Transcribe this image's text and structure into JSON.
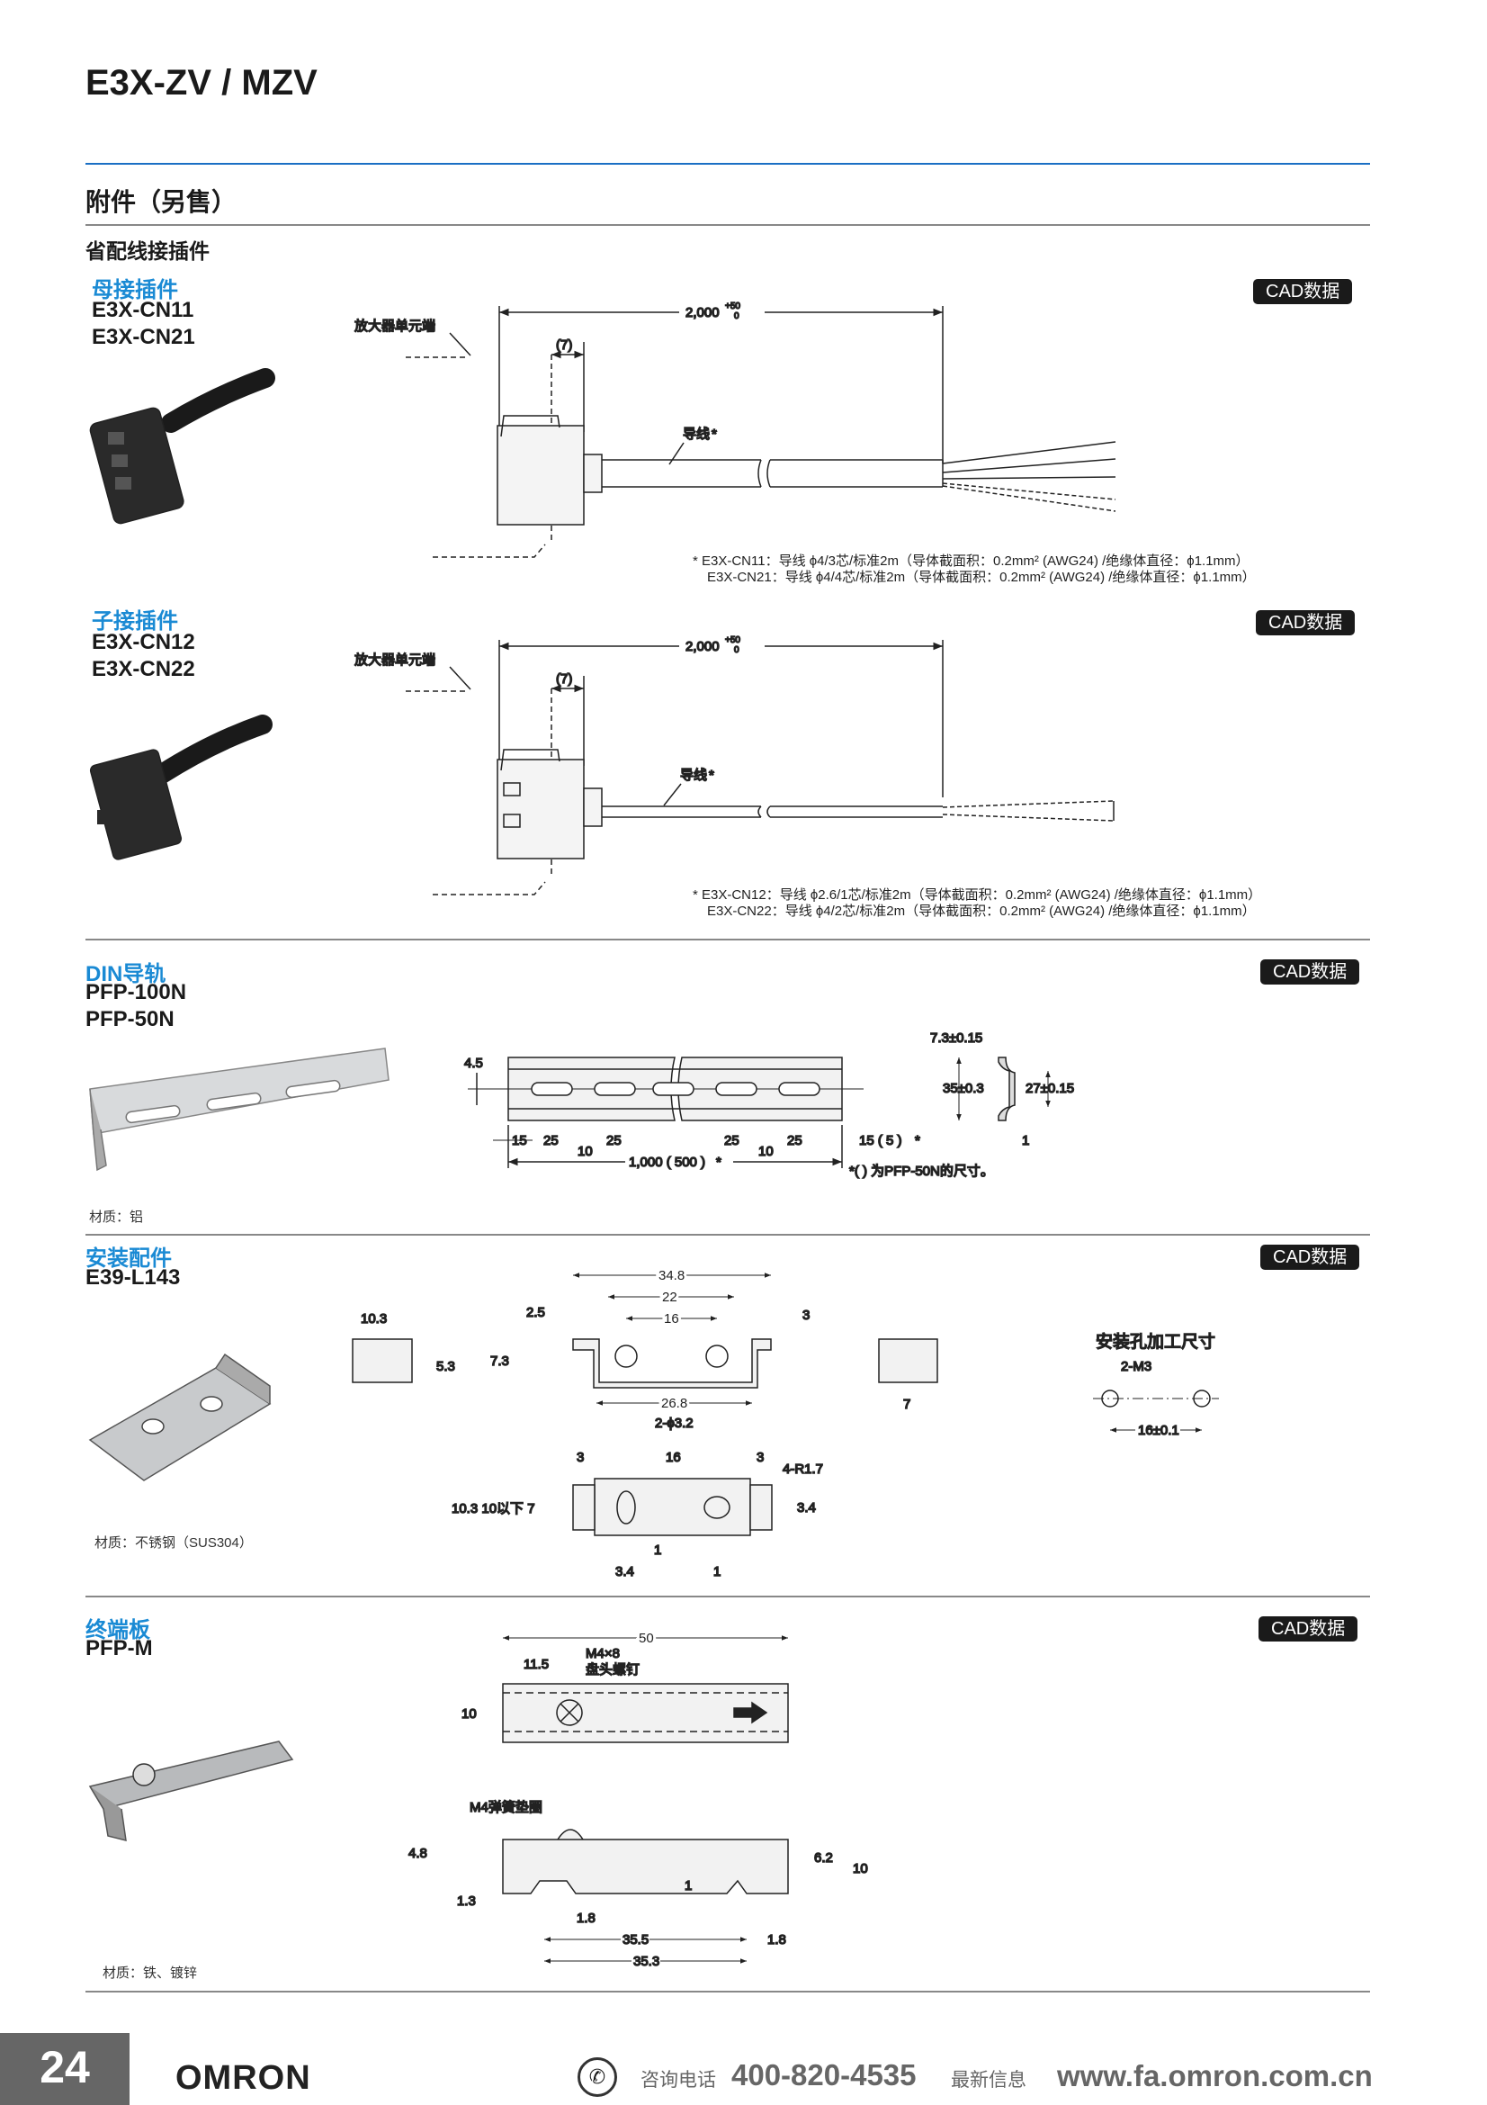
{
  "header": {
    "title": "E3X-ZV / MZV",
    "section": "附件（另售）",
    "subsection": "省配线接插件"
  },
  "cad_label": "CAD数据",
  "female": {
    "category": "母接插件",
    "models": [
      "E3X-CN11",
      "E3X-CN21"
    ],
    "labels": {
      "amp_end": "放大器单元端",
      "length": "2,000",
      "tol_upper": "+50",
      "tol_lower": "0",
      "seven": "(7)",
      "wire": "导线",
      "star": "*"
    },
    "notes": [
      "* E3X-CN11：导线 ϕ4/3芯/标准2m（导体截面积：0.2mm² (AWG24) /绝缘体直径：ϕ1.1mm）",
      "E3X-CN21：导线 ϕ4/4芯/标准2m（导体截面积：0.2mm² (AWG24) /绝缘体直径：ϕ1.1mm）"
    ]
  },
  "male": {
    "category": "子接插件",
    "models": [
      "E3X-CN12",
      "E3X-CN22"
    ],
    "labels": {
      "amp_end": "放大器单元端",
      "length": "2,000",
      "tol_upper": "+50",
      "tol_lower": "0",
      "seven": "(7)",
      "wire": "导线",
      "star": "*"
    },
    "notes": [
      "* E3X-CN12：导线 ϕ2.6/1芯/标准2m（导体截面积：0.2mm² (AWG24) /绝缘体直径：ϕ1.1mm）",
      "E3X-CN22：导线 ϕ4/2芯/标准2m（导体截面积：0.2mm² (AWG24) /绝缘体直径：ϕ1.1mm）"
    ]
  },
  "din": {
    "category": "DIN导轨",
    "models": [
      "PFP-100N",
      "PFP-50N"
    ],
    "material": "材质：铝",
    "dims": {
      "d45": "4.5",
      "d15": "15",
      "d25a": "25",
      "d10a": "10",
      "d25b": "25",
      "d25c": "25",
      "d10b": "10",
      "d25d": "25",
      "d15r": "15 ( 5 )",
      "total": "1,000 ( 500 )",
      "star": "*",
      "w73": "7.3±0.15",
      "h35": "35±0.3",
      "h27": "27±0.15",
      "t1": "1"
    },
    "note": "*(    ) 为PFP-50N的尺寸。"
  },
  "bracket": {
    "category": "安装配件",
    "models": [
      "E39-L143"
    ],
    "material": "材质：不锈钢（SUS304）",
    "dims": {
      "d103": "10.3",
      "d53": "5.3",
      "d348": "34.8",
      "d22": "22",
      "d16": "16",
      "d25": "2.5",
      "d73": "7.3",
      "d3": "3",
      "d268": "26.8",
      "holes": "2-ϕ3.2",
      "d7": "7",
      "t3a": "3",
      "t16": "16",
      "t3b": "3",
      "r17": "4-R1.7",
      "left_stack": "10.3 10以下 7",
      "d34r": "3.4",
      "d34b": "3.4",
      "d1a": "1",
      "d1b": "1"
    },
    "mount": {
      "title": "安装孔加工尺寸",
      "screw": "2-M3",
      "pitch": "16±0.1"
    }
  },
  "endplate": {
    "category": "终端板",
    "models": [
      "PFP-M"
    ],
    "material": "材质：铁、镀锌",
    "dims": {
      "d50": "50",
      "d115": "11.5",
      "screw": "M4×8",
      "screw_type": "盘头螺钉",
      "d10": "10",
      "washer": "M4弹簧垫圈",
      "d48": "4.8",
      "d13": "1.3",
      "d18a": "1.8",
      "d355": "35.5",
      "d353": "35.3",
      "d18b": "1.8",
      "d62": "6.2",
      "d10r": "10",
      "d1": "1"
    }
  },
  "footer": {
    "page": "24",
    "brand": "OMRON",
    "phone_label": "咨询电话",
    "phone": "400-820-4535",
    "news_label": "最新信息",
    "url": "www.fa.omron.com.cn"
  }
}
